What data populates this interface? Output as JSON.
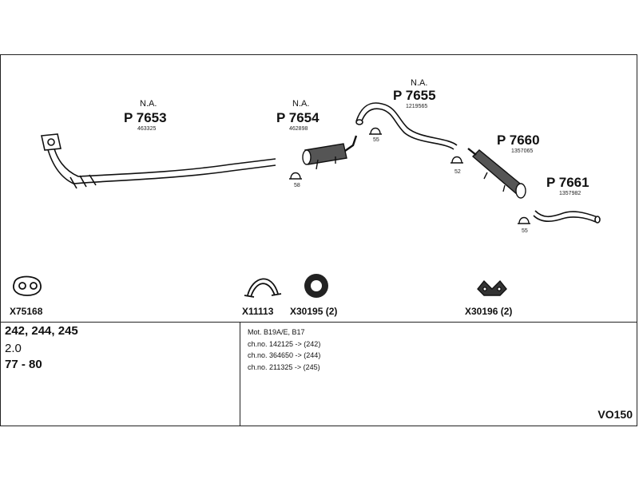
{
  "parts": {
    "p7653": {
      "na": "N.A.",
      "number": "P 7653",
      "oe": "463325"
    },
    "p7654": {
      "na": "N.A.",
      "number": "P 7654",
      "oe": "462898"
    },
    "p7655": {
      "na": "N.A.",
      "number": "P 7655",
      "oe": "1219565"
    },
    "p7660": {
      "number": "P 7660",
      "oe": "1357065"
    },
    "p7661": {
      "number": "P 7661",
      "oe": "1357982"
    }
  },
  "clamps": [
    "55",
    "58",
    "52",
    "55"
  ],
  "accessories": [
    {
      "code": "X75168"
    },
    {
      "code": "X11113"
    },
    {
      "code": "X30195 (2)"
    },
    {
      "code": "X30196 (2)"
    }
  ],
  "vehicle": {
    "models": "242, 244, 245",
    "engine_size": "2.0",
    "years": "77 - 80"
  },
  "notes": [
    "Mot. B19A/E, B17",
    "ch.no. 142125 -> (242)",
    "ch.no. 364650 -> (244)",
    "ch.no. 211325 -> (245)"
  ],
  "catalog_code": "VO150"
}
